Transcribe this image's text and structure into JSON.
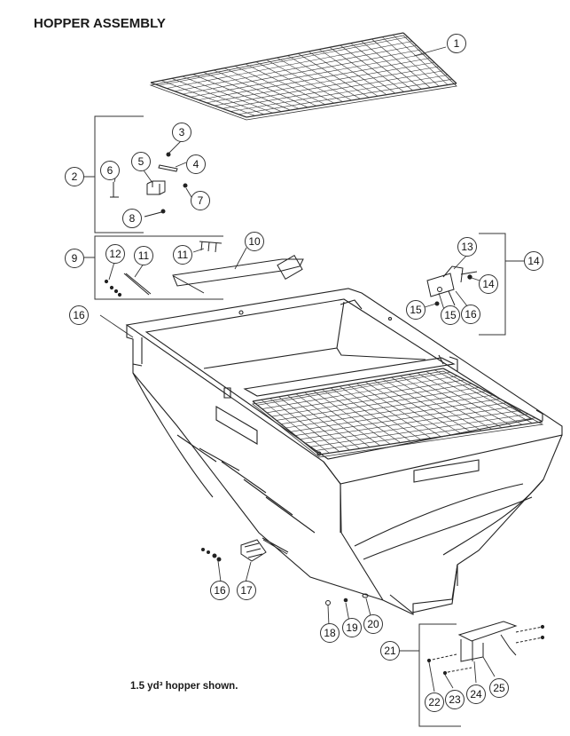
{
  "title": "HOPPER ASSEMBLY",
  "caption": "1.5 yd³ hopper shown.",
  "callouts": [
    "1",
    "2",
    "3",
    "4",
    "5",
    "6",
    "7",
    "8",
    "9",
    "10",
    "11",
    "11",
    "12",
    "13",
    "14",
    "14",
    "15",
    "15",
    "16",
    "16",
    "16",
    "17",
    "18",
    "19",
    "20",
    "21",
    "22",
    "23",
    "24",
    "25"
  ]
}
